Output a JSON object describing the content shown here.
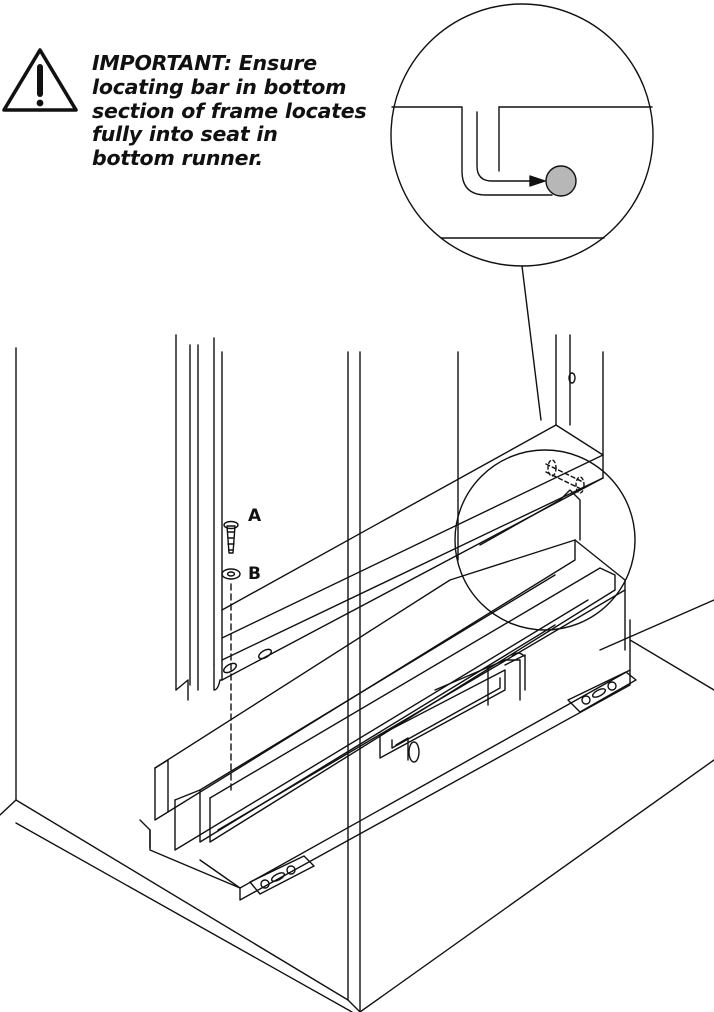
{
  "warning": {
    "icon": "warning-triangle-icon",
    "lines": [
      "IMPORTANT: Ensure",
      "locating bar in bottom",
      "section of frame locates",
      "fully into seat in",
      "bottom runner."
    ]
  },
  "callouts": {
    "screw_label": "A",
    "washer_label": "B"
  },
  "colors": {
    "line": "#111111",
    "locating_bar_fill": "#b7b7b7"
  }
}
